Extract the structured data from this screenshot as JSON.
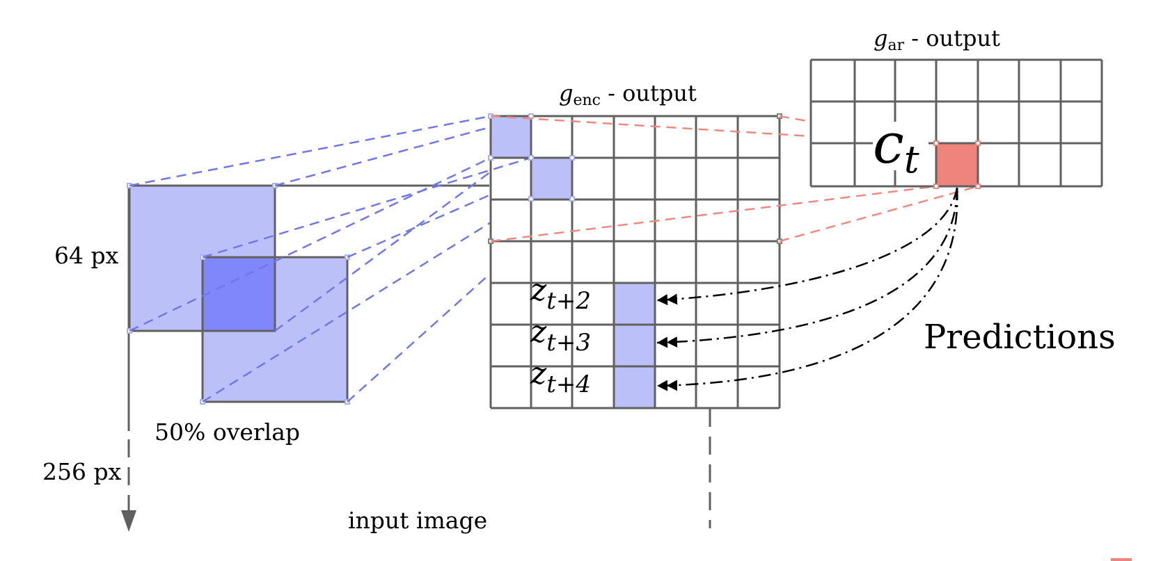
{
  "labels": {
    "patch_size": "64 px",
    "image_size": "256 px",
    "overlap": "50% overlap",
    "input_image": "input image",
    "predictions": "Predictions"
  },
  "enc_title": {
    "var": "g",
    "sub": "enc",
    "suffix": " - output"
  },
  "ar_title": {
    "var": "g",
    "sub": "ar",
    "suffix": " - output"
  },
  "context": {
    "var": "c",
    "sub": "t"
  },
  "targets": [
    {
      "var": "z",
      "sub": "t+2"
    },
    {
      "var": "z",
      "sub": "t+3"
    },
    {
      "var": "z",
      "sub": "t+4"
    }
  ],
  "colors": {
    "grid": "#606060",
    "patch_fill": "#bcc0f8",
    "overlap_fill": "#8087f8",
    "blue_dash": "#7078e8",
    "red_dash": "#ec8a80",
    "context_fill": "#ee847c",
    "arrow": "#000000"
  }
}
